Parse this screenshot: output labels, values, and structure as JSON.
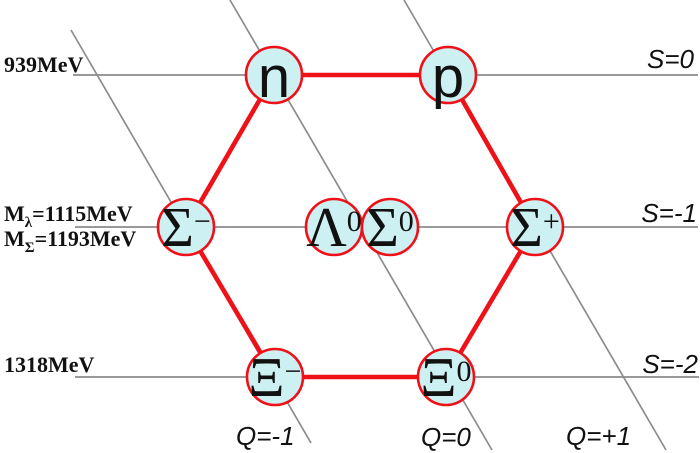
{
  "figure": {
    "type": "baryon-octet-eightfold-way-diagram",
    "colors": {
      "hexagon_red": "#ee1118",
      "circle_fill": "#cdf0f2",
      "grid_gray": "#8c8c8c",
      "text_black": "#111111",
      "background": "#ffffff"
    },
    "particles": [
      {
        "name": "neutron",
        "base": "n",
        "sup": ""
      },
      {
        "name": "proton",
        "base": "p",
        "sup": ""
      },
      {
        "name": "sigma-minus",
        "base": "Σ",
        "sup": "−"
      },
      {
        "name": "lambda-zero",
        "base": "Λ",
        "sup": "0"
      },
      {
        "name": "sigma-zero",
        "base": "Σ",
        "sup": "0"
      },
      {
        "name": "sigma-plus",
        "base": "Σ",
        "sup": "+"
      },
      {
        "name": "xi-minus",
        "base": "Ξ",
        "sup": "−"
      },
      {
        "name": "xi-zero",
        "base": "Ξ",
        "sup": "0"
      }
    ],
    "strangeness_labels": [
      {
        "text": "S=0"
      },
      {
        "text": "S=-1"
      },
      {
        "text": "S=-2"
      }
    ],
    "charge_labels": [
      {
        "text": "Q=-1"
      },
      {
        "text": "Q=0"
      },
      {
        "text": "Q=+1"
      }
    ],
    "mass_labels": [
      {
        "pre": "939MeV",
        "sub": "",
        "post": ""
      },
      {
        "pre": "M",
        "sub": "λ",
        "post": "=1115MeV"
      },
      {
        "pre": "M",
        "sub": "Σ",
        "post": "=1193MeV"
      },
      {
        "pre": "1318MeV",
        "sub": "",
        "post": ""
      }
    ]
  }
}
